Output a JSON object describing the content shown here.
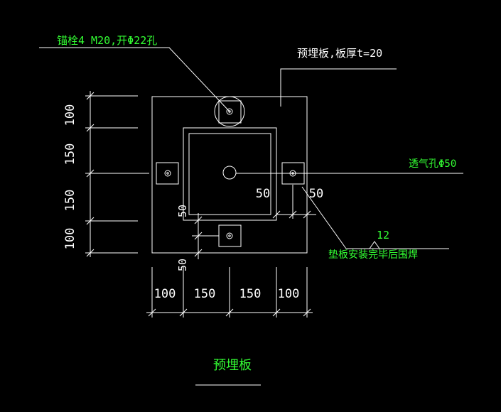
{
  "colors": {
    "background": "#000000",
    "lines": "#ffffff",
    "annotations": "#33ff33"
  },
  "drawing_title": "预埋板",
  "callouts": {
    "anchor_bolt": "锚栓4 M20,开Φ22孔",
    "plate_thickness": "预埋板,板厚t=20",
    "vent_hole": "透气孔Φ50",
    "weld_size": "12",
    "weld_note": "垫板安装完毕后围焊"
  },
  "dims_left": [
    "100",
    "150",
    "150",
    "100"
  ],
  "dims_bottom": [
    "100",
    "150",
    "150",
    "100"
  ],
  "dims_internal": {
    "right_offset_a": "50",
    "right_offset_b": "50",
    "bottom_offset_a": "50",
    "bottom_offset_b": "50"
  }
}
